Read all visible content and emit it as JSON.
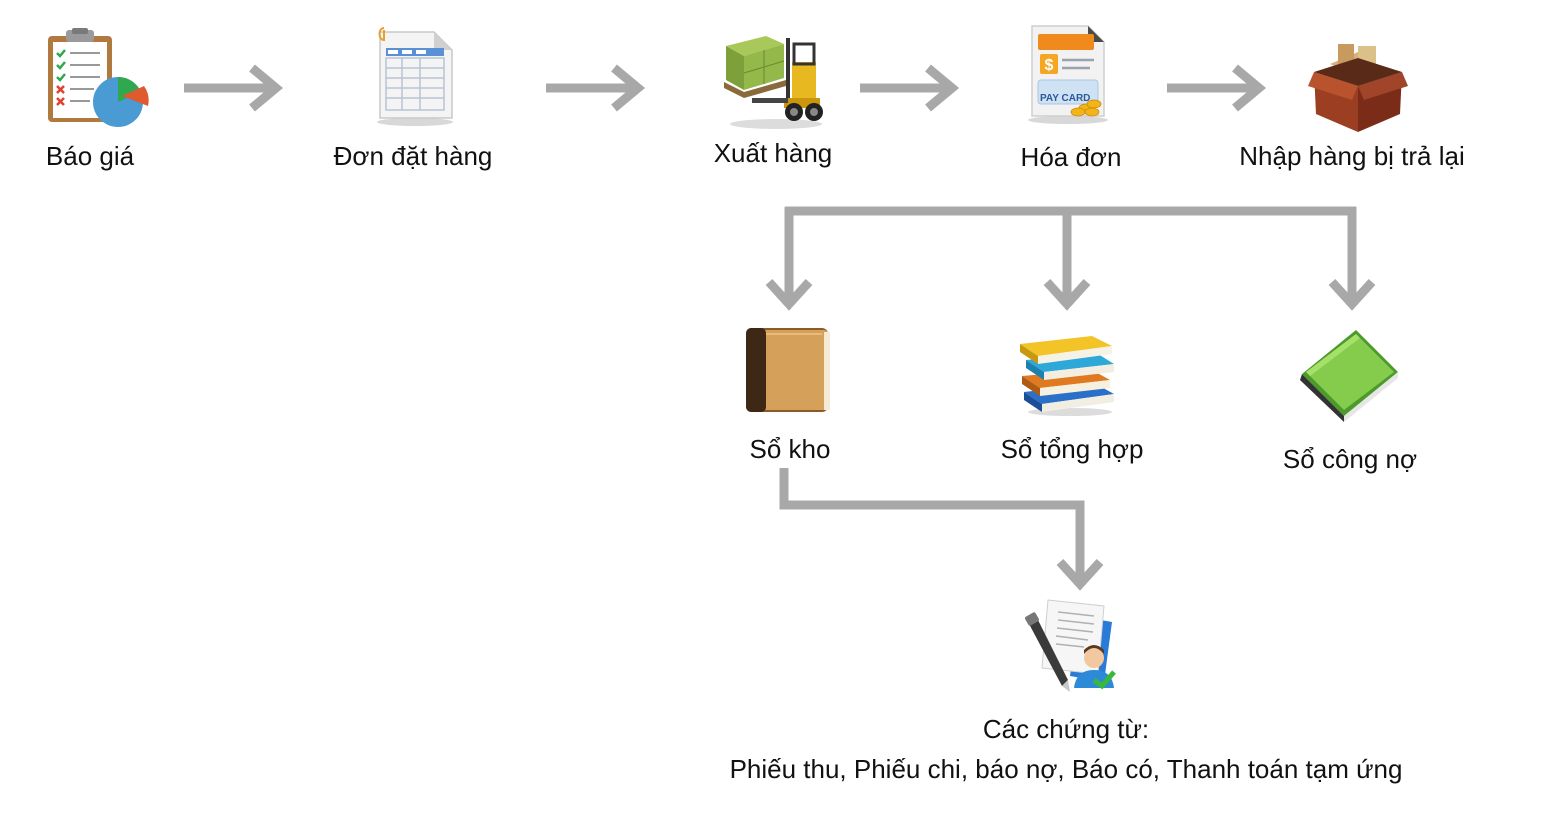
{
  "colors": {
    "arrow": "#a8a8a8",
    "text": "#111111",
    "background": "#ffffff"
  },
  "nodes": {
    "bao_gia": {
      "label": "Báo giá",
      "icon": "clipboard-chart-icon"
    },
    "don_dat_hang": {
      "label": "Đơn đặt hàng",
      "icon": "spreadsheet-icon"
    },
    "xuat_hang": {
      "label": "Xuất hàng",
      "icon": "forklift-icon"
    },
    "hoa_don": {
      "label": "Hóa đơn",
      "icon": "pay-card-invoice-icon"
    },
    "nhap_hang": {
      "label": "Nhập hàng bị trả lại",
      "icon": "open-box-icon"
    },
    "so_kho": {
      "label": "Sổ kho",
      "icon": "brown-book-icon"
    },
    "so_tong_hop": {
      "label": "Sổ tổng hợp",
      "icon": "book-stack-icon"
    },
    "so_cong_no": {
      "label": "Sổ công nợ",
      "icon": "green-book-icon"
    },
    "chung_tu": {
      "label_line1": "Các chứng từ:",
      "label_line2": "Phiếu thu, Phiếu chi, báo nợ, Báo có, Thanh toán tạm ứng",
      "icon": "documents-pen-user-icon"
    }
  },
  "icon_text": {
    "pay_card": "PAY CARD"
  }
}
